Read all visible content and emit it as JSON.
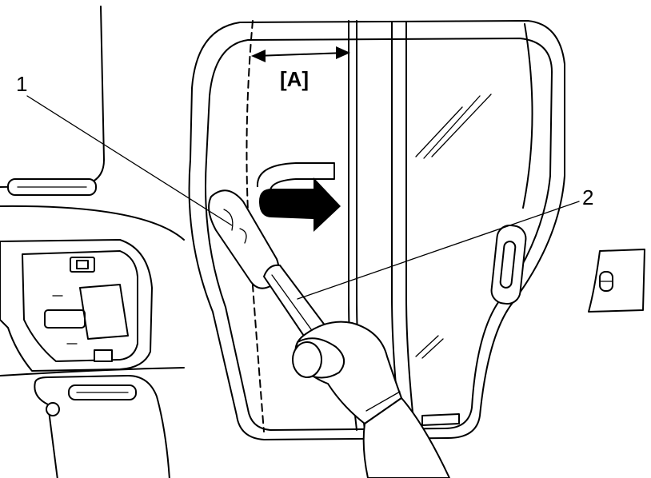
{
  "callouts": {
    "one": "1",
    "two": "2"
  },
  "dimension": {
    "label": "[A]"
  },
  "colors": {
    "line": "#000000",
    "background": "#ffffff"
  }
}
